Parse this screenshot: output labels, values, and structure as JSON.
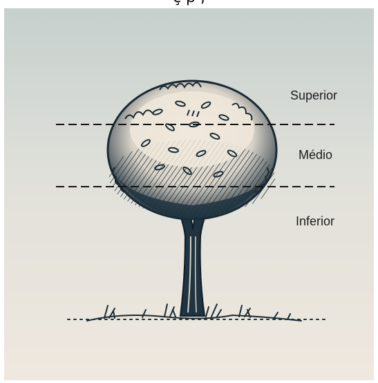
{
  "header": {
    "cut_title": "ç      p     ,"
  },
  "zones": {
    "superior": "Superior",
    "medio": "Médio",
    "inferior": "Inferior"
  },
  "icons": {
    "tree": "tree-illustration-icon"
  },
  "colors": {
    "background_top": "#c9d2cf",
    "background_bottom": "#ece6dd",
    "ink": "#1a2a33",
    "divider": "#111111"
  }
}
